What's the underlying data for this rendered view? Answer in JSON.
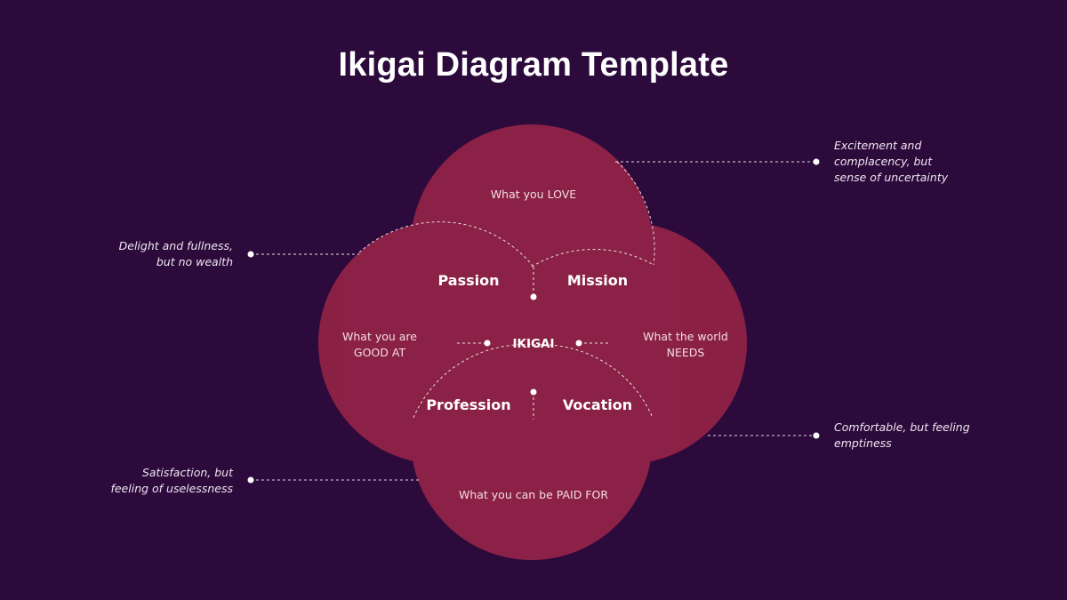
{
  "title": "Ikigai Diagram Template",
  "colors": {
    "background": "#2c0a3c",
    "circle_fill": "#b02a4a",
    "overlap_fill": "#e0354e",
    "connector": "#ffffff"
  },
  "circles": {
    "love": {
      "line1": "What you LOVE"
    },
    "good_at": {
      "line1": "What you are",
      "line2": "GOOD AT"
    },
    "world_needs": {
      "line1": "What the world",
      "line2": "NEEDS"
    },
    "paid_for": {
      "line1": "What you can be PAID FOR"
    }
  },
  "overlaps": {
    "passion": "Passion",
    "mission": "Mission",
    "profession": "Profession",
    "vocation": "Vocation"
  },
  "center": "IKIGAI",
  "annotations": {
    "top_left": [
      "Delight and fullness,",
      "but no wealth"
    ],
    "top_right": [
      "Excitement and",
      "complacency, but",
      "sense of uncertainty"
    ],
    "bottom_left": [
      "Satisfaction, but",
      "feeling of uselessness"
    ],
    "bottom_right": [
      "Comfortable, but feeling",
      "emptiness"
    ]
  }
}
